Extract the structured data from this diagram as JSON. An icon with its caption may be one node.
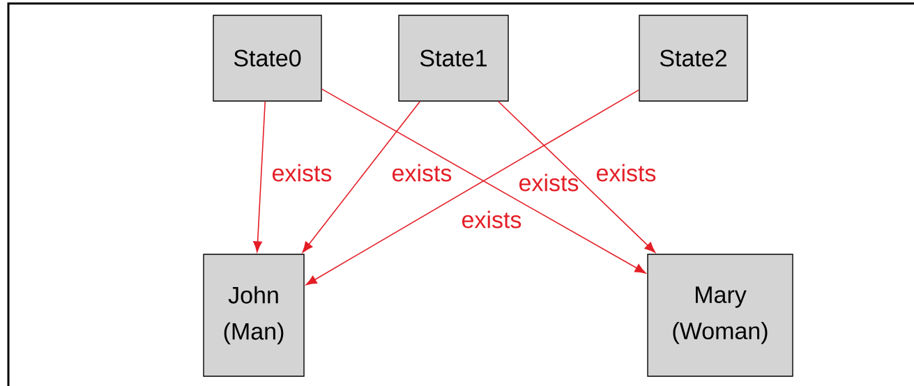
{
  "diagram": {
    "nodes": [
      {
        "text": [
          "State0"
        ]
      },
      {
        "text": [
          "State1"
        ]
      },
      {
        "text": [
          "State2"
        ]
      },
      {
        "text": [
          "John (Man)"
        ]
      },
      {
        "text": [
          "Mary (Woman)"
        ]
      }
    ],
    "edges": [
      {
        "from": 0,
        "to": 3,
        "arrow": "to",
        "label": "exists"
      },
      {
        "from": 0,
        "to": 4,
        "arrow": "to",
        "label": "exists"
      },
      {
        "from": 1,
        "to": 3,
        "arrow": "to",
        "label": "exists"
      },
      {
        "from": 1,
        "to": 4,
        "arrow": "to",
        "label": "exists"
      },
      {
        "from": 2,
        "to": 3,
        "arrow": "to",
        "label": "exists"
      }
    ]
  }
}
